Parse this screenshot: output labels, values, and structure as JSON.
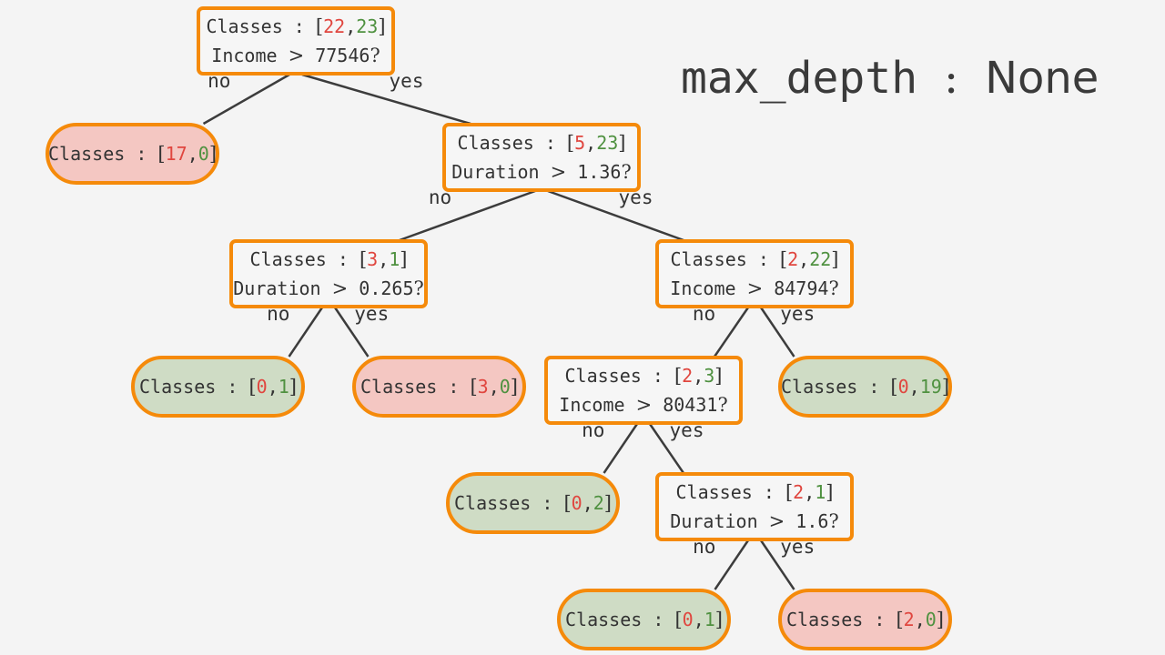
{
  "title": {
    "key": "max_depth",
    "separator": ":",
    "value": "None"
  },
  "colors": {
    "border": "#f58a0a",
    "class0": "#e0463f",
    "class1": "#4f9140",
    "leaf_class0_bg": "#f4c7c2",
    "leaf_class1_bg": "#cfdcc5"
  },
  "tree": {
    "classes_label": "Classes",
    "nodes": [
      {
        "id": "n0",
        "classes": [
          "22",
          "23"
        ],
        "feature": "Income",
        "op": ">",
        "threshold": "77546",
        "q": "?"
      },
      {
        "id": "n1",
        "classes": [
          "17",
          "0"
        ],
        "leaf": "red"
      },
      {
        "id": "n2",
        "classes": [
          "5",
          "23"
        ],
        "feature": "Duration",
        "op": ">",
        "threshold": "1.36",
        "q": "?"
      },
      {
        "id": "n3",
        "classes": [
          "3",
          "1"
        ],
        "feature": "Duration",
        "op": ">",
        "threshold": "0.265",
        "q": "?"
      },
      {
        "id": "n4",
        "classes": [
          "2",
          "22"
        ],
        "feature": "Income",
        "op": ">",
        "threshold": "84794",
        "q": "?"
      },
      {
        "id": "n5",
        "classes": [
          "0",
          "1"
        ],
        "leaf": "green"
      },
      {
        "id": "n6",
        "classes": [
          "3",
          "0"
        ],
        "leaf": "red"
      },
      {
        "id": "n7",
        "classes": [
          "2",
          "3"
        ],
        "feature": "Income",
        "op": ">",
        "threshold": "80431",
        "q": "?"
      },
      {
        "id": "n8",
        "classes": [
          "0",
          "19"
        ],
        "leaf": "green"
      },
      {
        "id": "n9",
        "classes": [
          "0",
          "2"
        ],
        "leaf": "green"
      },
      {
        "id": "n10",
        "classes": [
          "2",
          "1"
        ],
        "feature": "Duration",
        "op": ">",
        "threshold": "1.6",
        "q": "?"
      },
      {
        "id": "n11",
        "classes": [
          "0",
          "1"
        ],
        "leaf": "green"
      },
      {
        "id": "n12",
        "classes": [
          "2",
          "0"
        ],
        "leaf": "red"
      }
    ],
    "edges": [
      {
        "from": "n0",
        "to": "n1",
        "label": "no"
      },
      {
        "from": "n0",
        "to": "n2",
        "label": "yes"
      },
      {
        "from": "n2",
        "to": "n3",
        "label": "no"
      },
      {
        "from": "n2",
        "to": "n4",
        "label": "yes"
      },
      {
        "from": "n3",
        "to": "n5",
        "label": "no"
      },
      {
        "from": "n3",
        "to": "n6",
        "label": "yes"
      },
      {
        "from": "n4",
        "to": "n7",
        "label": "no"
      },
      {
        "from": "n4",
        "to": "n8",
        "label": "yes"
      },
      {
        "from": "n7",
        "to": "n9",
        "label": "no"
      },
      {
        "from": "n7",
        "to": "n10",
        "label": "yes"
      },
      {
        "from": "n10",
        "to": "n11",
        "label": "no"
      },
      {
        "from": "n10",
        "to": "n12",
        "label": "yes"
      }
    ]
  }
}
